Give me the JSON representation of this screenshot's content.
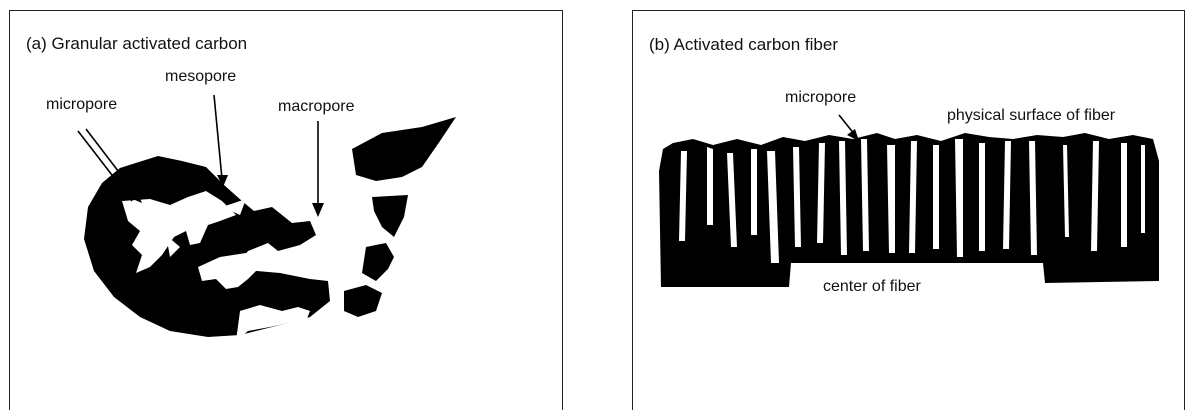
{
  "panel_a": {
    "title": "(a)  Granular activated carbon",
    "labels": {
      "micropore": "micropore",
      "mesopore": "mesopore",
      "macropore": "macropore"
    }
  },
  "panel_b": {
    "title": "(b)  Activated carbon fiber",
    "labels": {
      "micropore": "micropore",
      "surface": "physical surface of fiber",
      "center": "center of fiber"
    }
  }
}
